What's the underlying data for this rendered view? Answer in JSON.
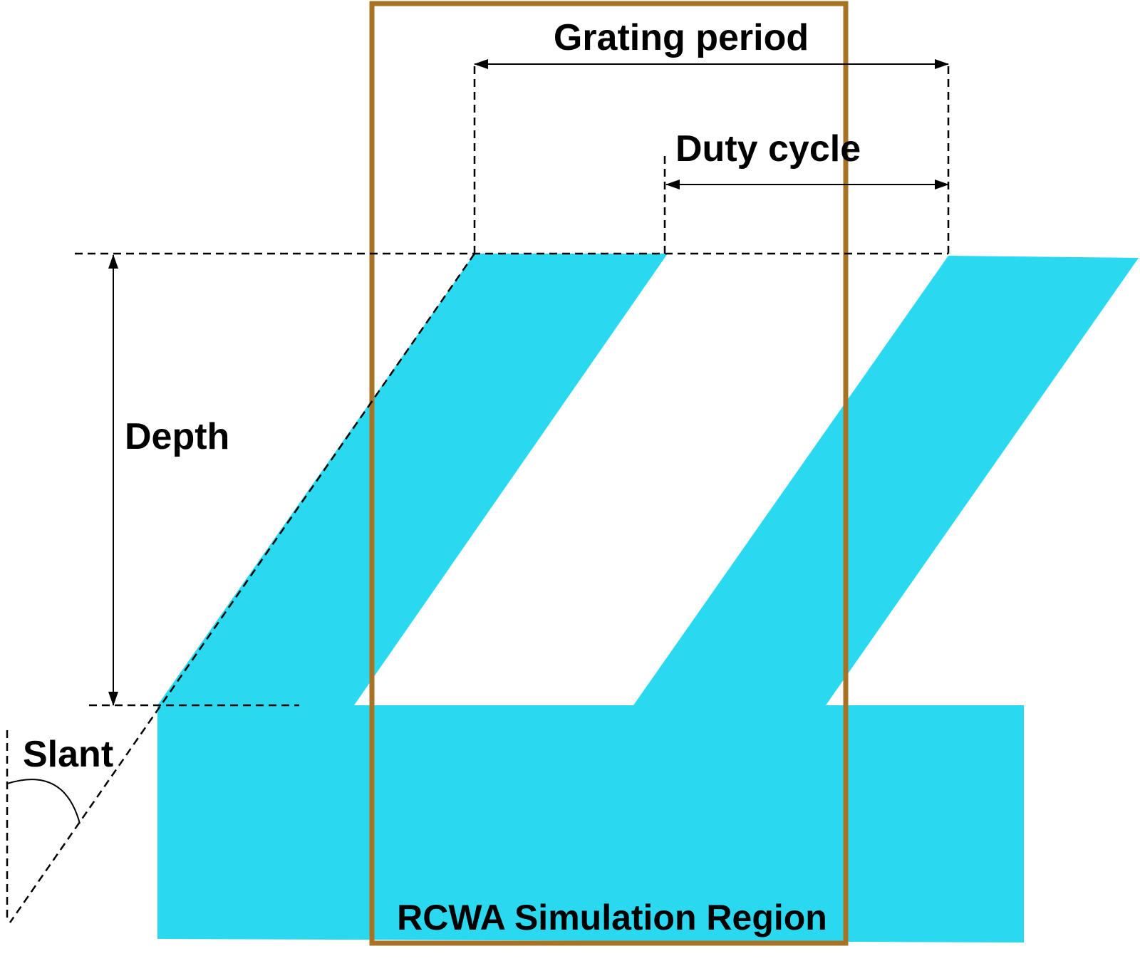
{
  "labels": {
    "grating_period": "Grating period",
    "duty_cycle": "Duty cycle",
    "depth": "Depth",
    "slant": "Slant",
    "region": "RCWA Simulation Region"
  },
  "colors": {
    "grating": "#2AD9F0",
    "region_border": "#A87225",
    "lines": "#000000"
  }
}
